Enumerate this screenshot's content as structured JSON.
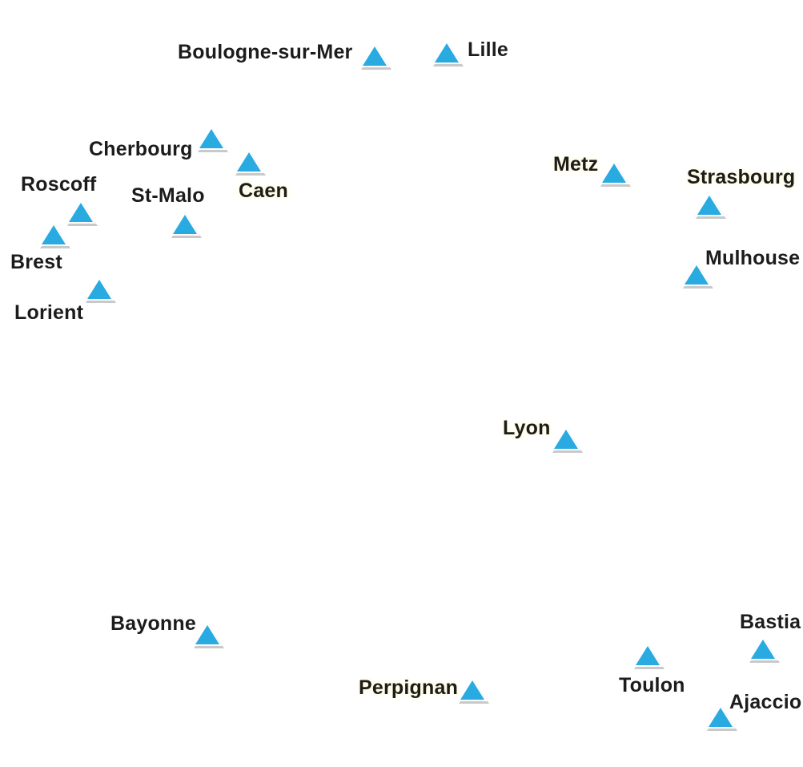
{
  "map": {
    "marker_color": "#29abe2",
    "marker_outline": "#ffffff",
    "marker_icon": "triangle-marker-icon",
    "label_color": "#1c1c1c",
    "cities": [
      {
        "name": "Boulogne-sur-Mer"
      },
      {
        "name": "Lille"
      },
      {
        "name": "Cherbourg"
      },
      {
        "name": "Caen"
      },
      {
        "name": "Roscoff"
      },
      {
        "name": "St-Malo"
      },
      {
        "name": "Brest"
      },
      {
        "name": "Lorient"
      },
      {
        "name": "Metz"
      },
      {
        "name": "Strasbourg"
      },
      {
        "name": "Mulhouse"
      },
      {
        "name": "Lyon"
      },
      {
        "name": "Bayonne"
      },
      {
        "name": "Perpignan"
      },
      {
        "name": "Toulon"
      },
      {
        "name": "Bastia"
      },
      {
        "name": "Ajaccio"
      }
    ]
  }
}
